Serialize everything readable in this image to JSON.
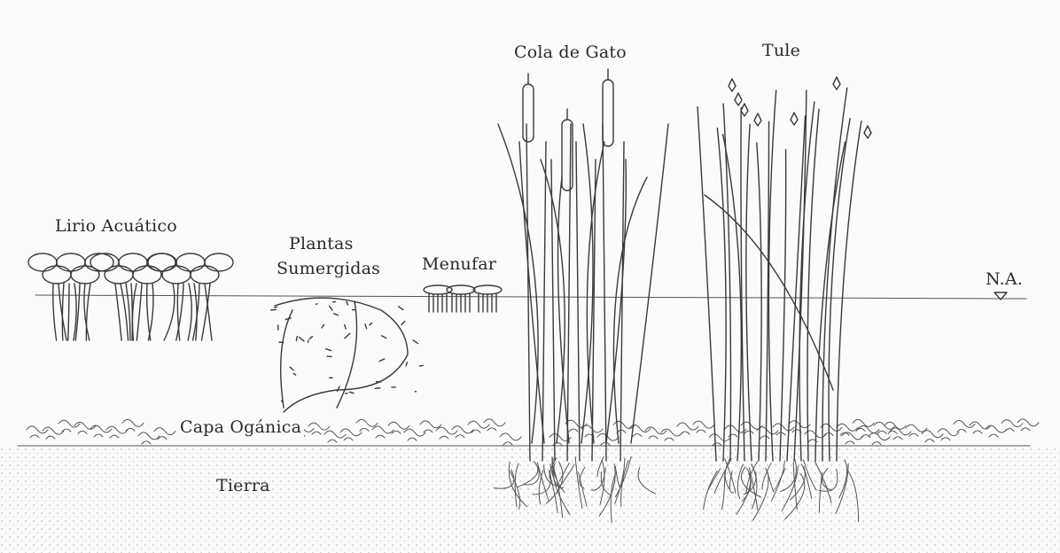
{
  "labels": {
    "lirio": "Lirio Acuático",
    "plantas_1": "Plantas",
    "plantas_2": "Sumergidas",
    "menufar": "Menufar",
    "cola": "Cola de Gato",
    "tule": "Tule",
    "na": "N.A.",
    "capa": "Capa Ogánica",
    "tierra": "Tierra"
  },
  "colors": {
    "ink": "#3a3a3a",
    "background": "#fbfbfb",
    "soil_dots": "#9a9a9a"
  }
}
